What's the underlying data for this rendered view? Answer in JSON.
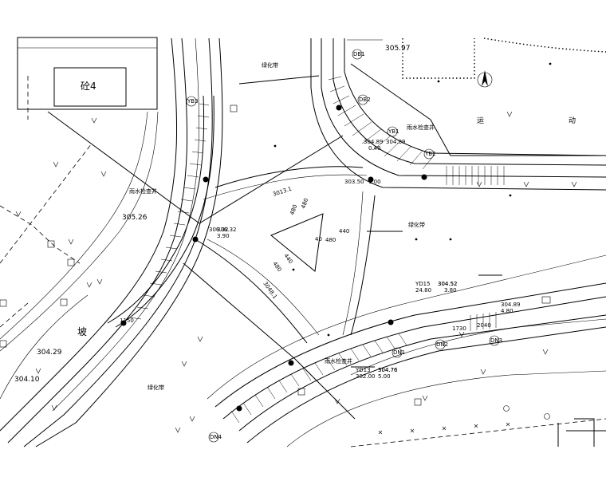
{
  "building": {
    "label": "砼4"
  },
  "elevations": [
    {
      "id": "e1",
      "text": "305.97"
    },
    {
      "id": "e2",
      "text": "305.26"
    },
    {
      "id": "e3",
      "text": "304.29"
    },
    {
      "id": "e4",
      "text": "304.10"
    },
    {
      "id": "e5",
      "text": "306.32"
    },
    {
      "id": "e6",
      "text": "304.89"
    },
    {
      "id": "e7",
      "text": "304.52"
    },
    {
      "id": "e8",
      "text": "304.76"
    }
  ],
  "field_labels": {
    "sports_1": "运",
    "sports_2": "动",
    "slope": "坡"
  },
  "small_notes": [
    {
      "id": "n1",
      "text": "绿化带"
    },
    {
      "id": "n2",
      "text": "绿化带"
    },
    {
      "id": "n3",
      "text": "绿化带"
    },
    {
      "id": "n4",
      "text": "雨水检查井"
    },
    {
      "id": "n5",
      "text": "雨水检查井"
    },
    {
      "id": "n6",
      "text": "雨水检查井"
    }
  ],
  "dims": [
    {
      "id": "d1",
      "text": "3013.1"
    },
    {
      "id": "d2",
      "text": "3048.1"
    },
    {
      "id": "d3",
      "text": "480"
    },
    {
      "id": "d4",
      "text": "480"
    },
    {
      "id": "d5",
      "text": "440"
    },
    {
      "id": "d6",
      "text": "440"
    },
    {
      "id": "d7",
      "text": "480"
    },
    {
      "id": "d8",
      "text": "480"
    },
    {
      "id": "d9",
      "text": "40"
    },
    {
      "id": "d10",
      "text": "1730"
    },
    {
      "id": "d11",
      "text": "2040"
    },
    {
      "id": "d12",
      "text": "1150"
    }
  ],
  "nodes": [
    {
      "id": "YB1",
      "text": "YB1"
    },
    {
      "id": "YB2",
      "text": "YB2"
    },
    {
      "id": "YB3",
      "text": "YB3"
    },
    {
      "id": "DN1",
      "text": "DN1"
    },
    {
      "id": "DN2",
      "text": "DN2"
    },
    {
      "id": "DN3",
      "text": "DN3"
    },
    {
      "id": "DN4",
      "text": "DN4"
    },
    {
      "id": "DB1",
      "text": "DB1"
    },
    {
      "id": "DB2",
      "text": "DB2"
    }
  ],
  "node_data": [
    {
      "id": "p1",
      "line1": "304.89",
      "line2": "0.40"
    },
    {
      "id": "p2",
      "line1": "303.50",
      "line2": "1.00"
    },
    {
      "id": "p3",
      "line1": "306.32",
      "line2": "3.90"
    },
    {
      "id": "p4",
      "line1": "304.52",
      "line2": "3.80"
    },
    {
      "id": "p5",
      "line1": "304.89",
      "line2": "4.80"
    },
    {
      "id": "p6",
      "line1": "304.76",
      "line2": "5.00"
    },
    {
      "id": "p7",
      "line1": "YD15",
      "line2": "24.80"
    },
    {
      "id": "p8",
      "line1": "YD13",
      "line2": "302.00"
    }
  ],
  "north_arrow": {
    "label": "N"
  }
}
